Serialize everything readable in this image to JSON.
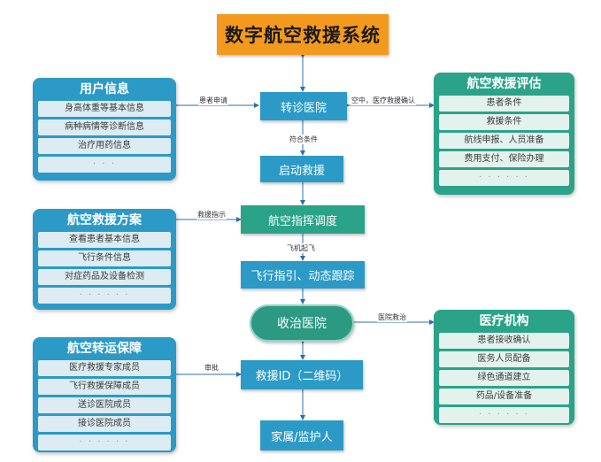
{
  "title": "数字航空救援系统",
  "nodes": {
    "transfer_hospital": "转诊医院",
    "start_rescue": "启动救援",
    "dispatch": "航空指挥调度",
    "flight_tracking": "飞行指引、动态跟踪",
    "receiving_hospital": "收治医院",
    "rescue_id": "救援ID（二维码）",
    "family": "家属/监护人"
  },
  "edge_labels": {
    "patient_request": "患者申请",
    "airborne_confirm": "空中，医疗救援确认",
    "meets_conditions": "符合条件",
    "rescue_instruction": "救援指示",
    "aircraft_takeoff": "飞机起飞",
    "hospital_treatment": "医院救治",
    "approval": "审批"
  },
  "panels": {
    "user_info": {
      "title": "用户信息",
      "items": [
        "身高体重等基本信息",
        "病种病情等诊断信息",
        "治疗用药信息",
        "· · ·"
      ]
    },
    "rescue_assessment": {
      "title": "航空救援评估",
      "items": [
        "患者条件",
        "救援条件",
        "航线申报、人员准备",
        "费用支付、保险办理",
        "· · · · · ·"
      ]
    },
    "rescue_plan": {
      "title": "航空救援方案",
      "items": [
        "查看患者基本信息",
        "飞行条件信息",
        "对症药品及设备检测",
        "· · · · · ·"
      ]
    },
    "medical_institution": {
      "title": "医疗机构",
      "items": [
        "患者接收确认",
        "医务人员配备",
        "绿色通道建立",
        "药品/设备准备",
        "· · · · · ·"
      ]
    },
    "transport_support": {
      "title": "航空转运保障",
      "items": [
        "医疗救援专家成员",
        "飞行救援保障成员",
        "送诊医院成员",
        "接诊医院成员",
        "· · · · · ·"
      ]
    }
  },
  "colors": {
    "title_orange": "#f39a1e",
    "node_blue": "#2c9ac7",
    "node_teal": "#2aa389",
    "item_bg": "#dcecf2"
  }
}
